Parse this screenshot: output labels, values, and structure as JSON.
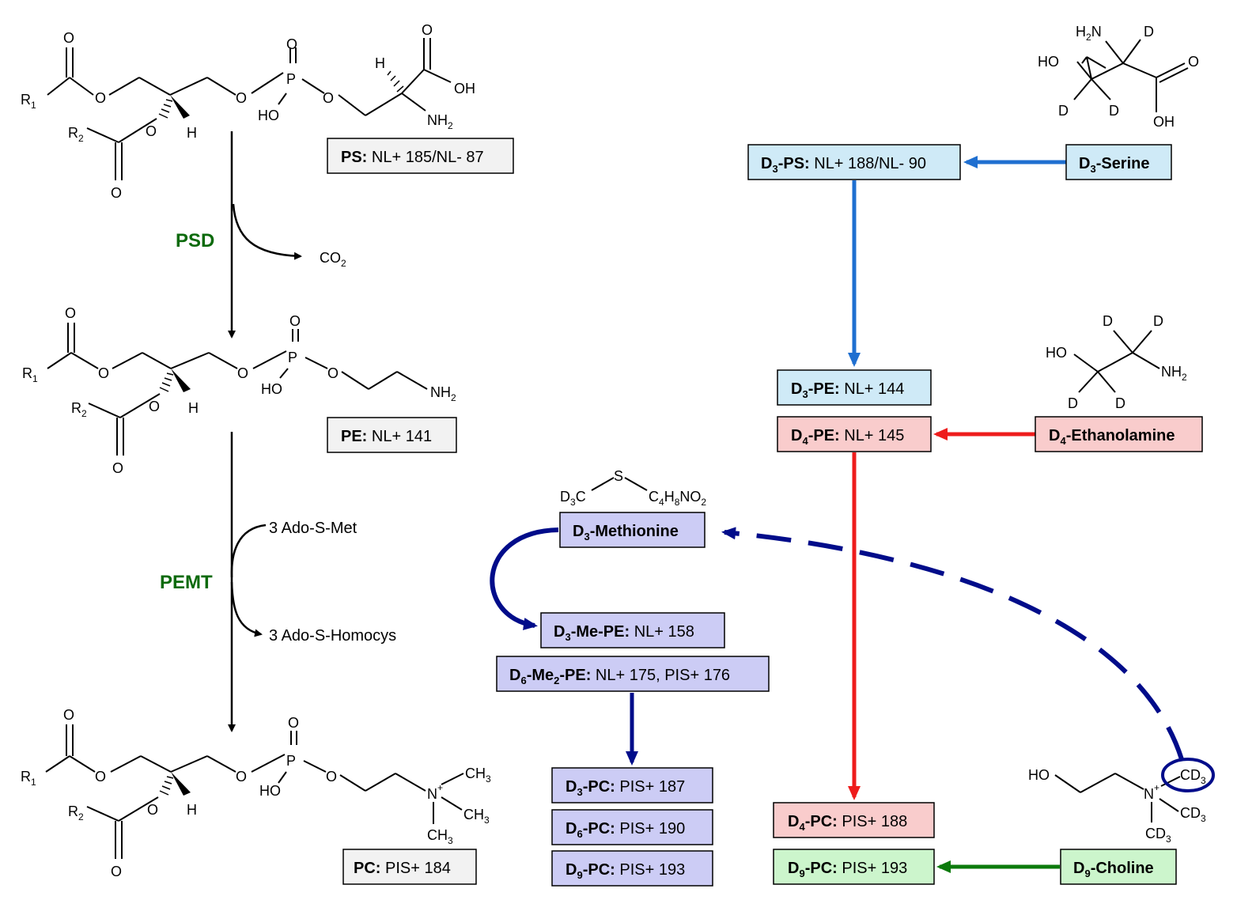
{
  "colors": {
    "gray_fill": "#f2f2f2",
    "blue_fill": "#cfeaf7",
    "red_fill": "#f9cccc",
    "purple_fill": "#ccccf5",
    "green_fill": "#ccf5cc",
    "blue_arrow": "#1f6fd0",
    "red_arrow": "#ee1c1c",
    "navy_arrow": "#000c8a",
    "green_arrow": "#0c7a0c",
    "enzyme_green": "#0c6a0c"
  },
  "enzymes": {
    "psd": "PSD",
    "pemt": "PEMT"
  },
  "byproducts": {
    "co2": "CO",
    "co2_sub": "2",
    "ado_met": "3 Ado-S-Met",
    "ado_homocys": "3 Ado-S-Homocys"
  },
  "atoms": {
    "R": "R",
    "one": "1",
    "two": "2",
    "three": "3",
    "four": "4",
    "six": "6",
    "eight": "8",
    "O": "O",
    "P": "P",
    "H": "H",
    "HO": "HO",
    "OH": "OH",
    "N": "N",
    "NH": "NH",
    "CH": "CH",
    "CD": "CD",
    "D": "D",
    "S": "S",
    "C": "C",
    "NO": "NO",
    "plus": "+"
  },
  "boxes": {
    "ps": {
      "bold": "PS:",
      "rest": " NL+ 185/NL- 87"
    },
    "pe": {
      "bold": "PE:",
      "rest": " NL+ 141"
    },
    "pc": {
      "bold": "PC:",
      "rest": " PIS+ 184"
    },
    "d3_ps": {
      "sub": "3",
      "bold_suffix": "-PS:",
      "rest": " NL+ 188/NL- 90"
    },
    "d3_serine": {
      "sub": "3",
      "bold_suffix": "-Serine"
    },
    "d3_pe": {
      "sub": "3",
      "bold_suffix": "-PE:",
      "rest": " NL+ 144"
    },
    "d4_pe": {
      "sub": "4",
      "bold_suffix": "-PE:",
      "rest": " NL+ 145"
    },
    "d4_ethanolamine": {
      "sub": "4",
      "bold_suffix": "-Ethanolamine"
    },
    "d3_methionine": {
      "sub": "3",
      "bold_suffix": "-Methionine"
    },
    "d3_me_pe": {
      "sub": "3",
      "bold_suffix": "-Me-PE:",
      "rest": " NL+ 158"
    },
    "d6_me2_pe": {
      "sub": "6",
      "bold_mid": "-Me",
      "sub2": "2",
      "bold_suffix": "-PE:",
      "rest": " NL+ 175, PIS+ 176"
    },
    "d3_pc": {
      "sub": "3",
      "bold_suffix": "-PC:",
      "rest": " PIS+ 187"
    },
    "d6_pc": {
      "sub": "6",
      "bold_suffix": "-PC:",
      "rest": " PIS+ 190"
    },
    "d9_pc_purple": {
      "sub": "9",
      "bold_suffix": "-PC:",
      "rest": " PIS+ 193"
    },
    "d4_pc": {
      "sub": "4",
      "bold_suffix": "-PC:",
      "rest": " PIS+ 188"
    },
    "d9_pc_green": {
      "sub": "9",
      "bold_suffix": "-PC:",
      "rest": " PIS+ 193"
    },
    "d9_choline": {
      "sub": "9",
      "bold_suffix": "-Choline"
    }
  },
  "box_prefix": "D"
}
